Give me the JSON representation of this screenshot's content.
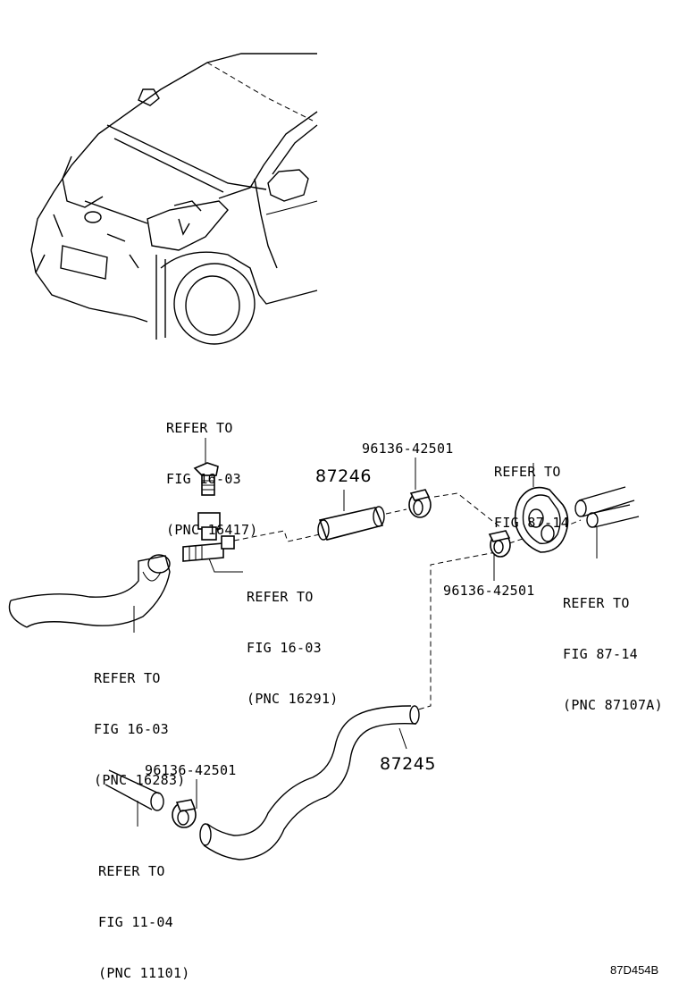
{
  "callouts": {
    "ref_16417": [
      "REFER TO",
      "FIG 16-03",
      "(PNC 16417)"
    ],
    "ref_16291": [
      "REFER TO",
      "FIG 16-03",
      "(PNC 16291)"
    ],
    "ref_16283": [
      "REFER TO",
      "FIG 16-03",
      "(PNC 16283)"
    ],
    "ref_87_14_top": [
      "REFER TO",
      "FIG 87-14"
    ],
    "ref_87107a": [
      "REFER TO",
      "FIG 87-14",
      "(PNC 87107A)"
    ],
    "ref_11101": [
      "REFER TO",
      "FIG 11-04",
      "(PNC 11101)"
    ]
  },
  "parts": {
    "hose_87246": "87246",
    "hose_87245": "87245",
    "clamp_a": "96136-42501",
    "clamp_b": "96136-42501",
    "clamp_c": "96136-42501"
  },
  "figure_code": "87D454B"
}
